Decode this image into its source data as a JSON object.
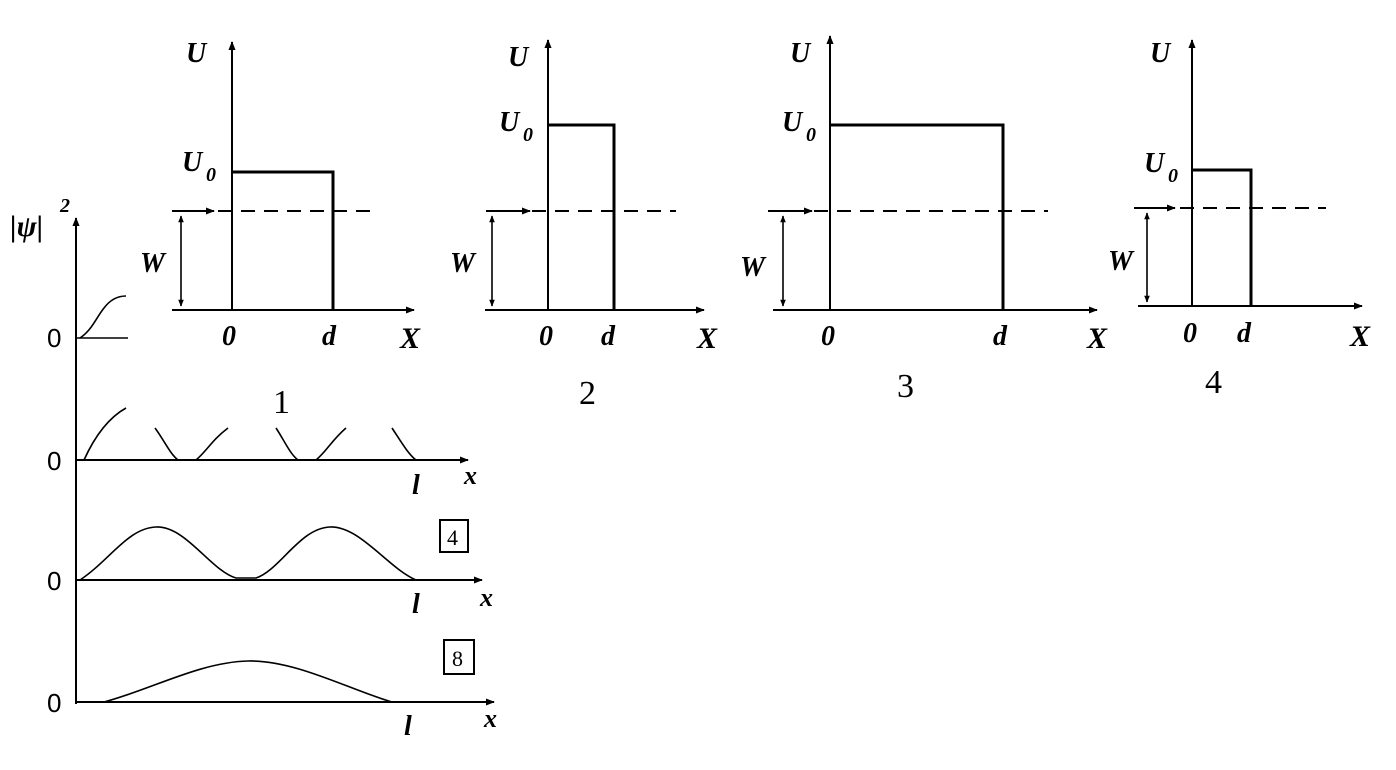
{
  "barrier_panels": [
    {
      "number": "1",
      "y_label": "U",
      "barrier_label": "U",
      "barrier_sub": "0",
      "energy_label": "W",
      "origin_label": "0",
      "width_label": "d",
      "x_label": "X"
    },
    {
      "number": "2",
      "y_label": "U",
      "barrier_label": "U",
      "barrier_sub": "0",
      "energy_label": "W",
      "origin_label": "0",
      "width_label": "d",
      "x_label": "X"
    },
    {
      "number": "3",
      "y_label": "U",
      "barrier_label": "U",
      "barrier_sub": "0",
      "energy_label": "W",
      "origin_label": "0",
      "width_label": "d",
      "x_label": "X"
    },
    {
      "number": "4",
      "y_label": "U",
      "barrier_label": "U",
      "barrier_sub": "0",
      "energy_label": "W",
      "origin_label": "0",
      "width_label": "d",
      "x_label": "X"
    }
  ],
  "psi_plot": {
    "y_label": "|ψ|",
    "y_exp": "2",
    "rows": [
      {
        "zero": "0",
        "l_label": "",
        "x_label": "",
        "box": ""
      },
      {
        "zero": "0",
        "l_label": "l",
        "x_label": "x",
        "box": ""
      },
      {
        "zero": "0",
        "l_label": "l",
        "x_label": "x",
        "box": "4"
      },
      {
        "zero": "0",
        "l_label": "l",
        "x_label": "x",
        "box": "8"
      }
    ]
  }
}
